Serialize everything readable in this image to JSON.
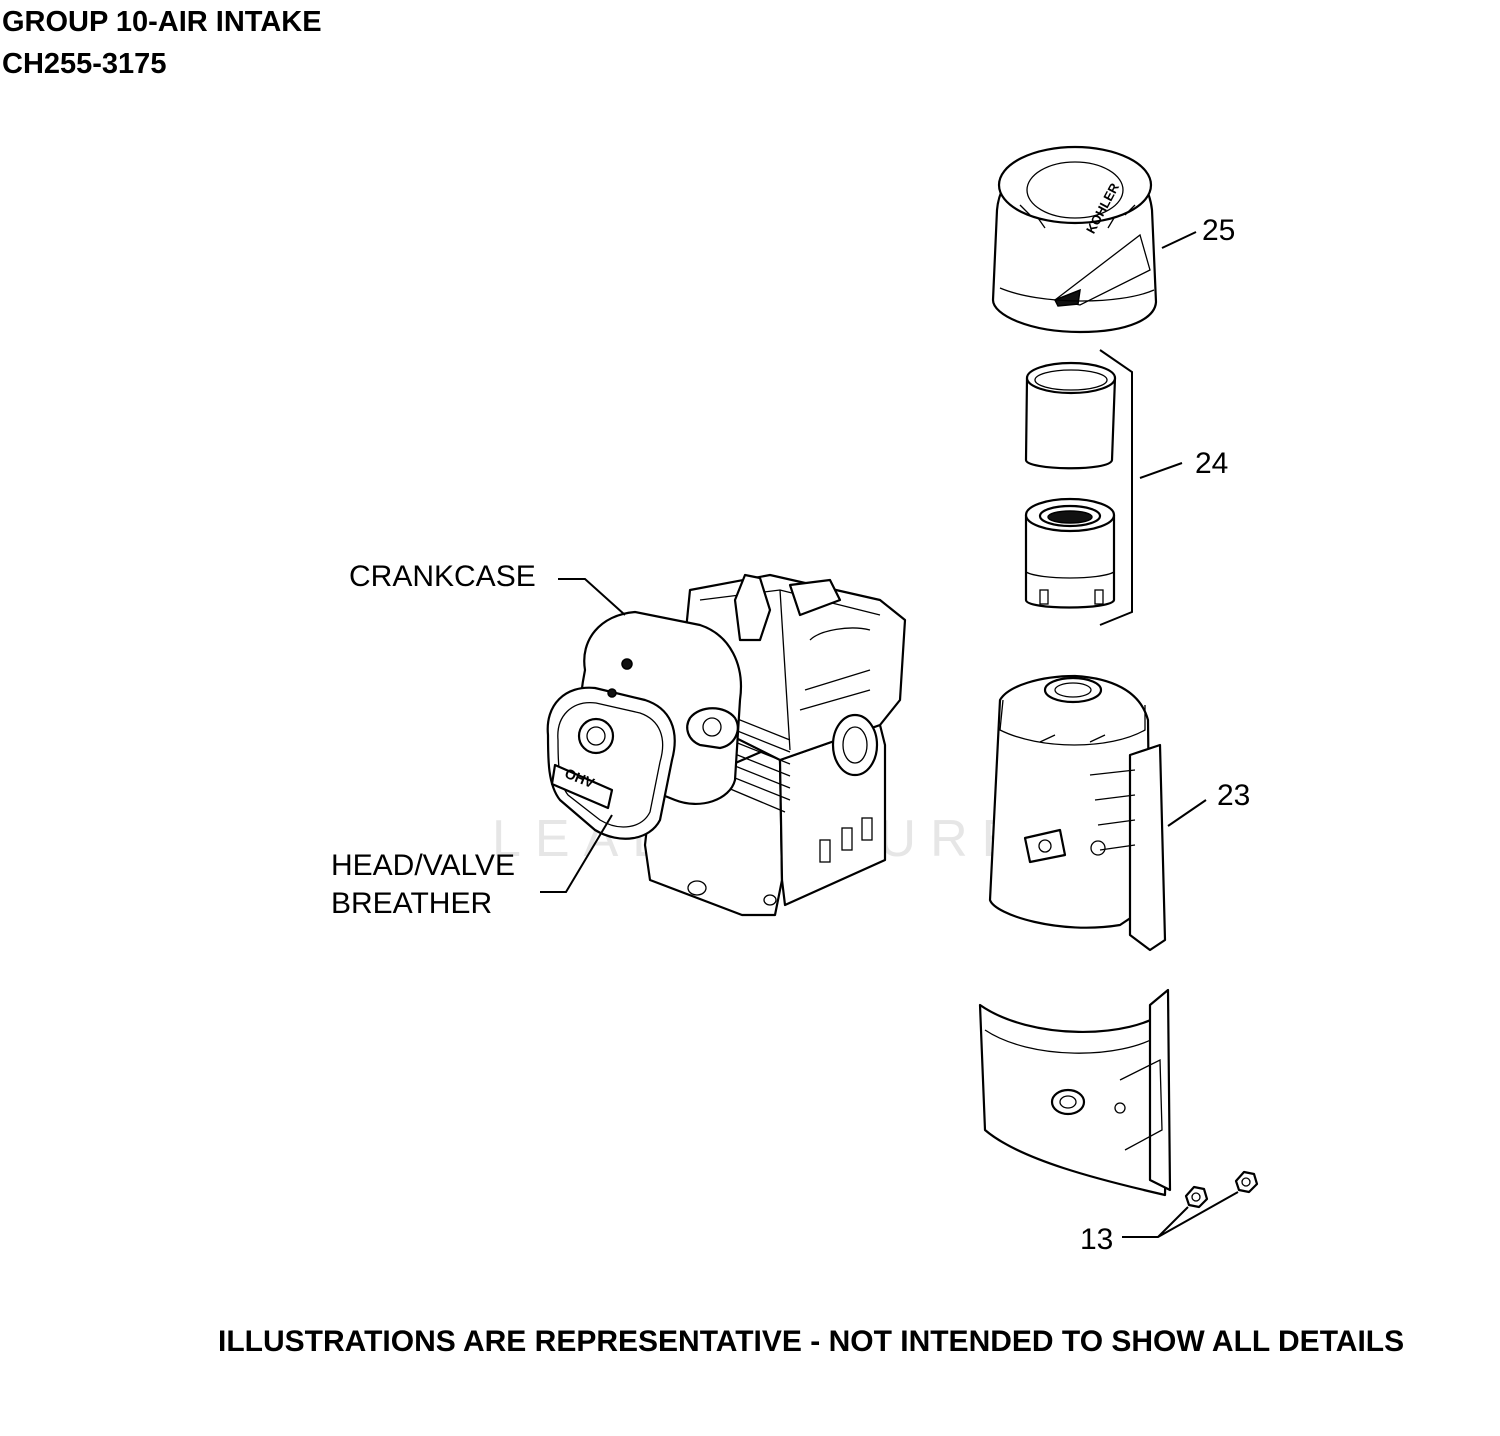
{
  "header": {
    "group_title": "GROUP 10-AIR INTAKE",
    "model": "CH255-3175"
  },
  "footer": {
    "note": "ILLUSTRATIONS ARE REPRESENTATIVE - NOT INTENDED TO SHOW ALL DETAILS"
  },
  "watermark": "LEADVENTURE",
  "callouts": {
    "crankcase": "CRANKCASE",
    "breather_line1": "HEAD/VALVE",
    "breather_line2": "BREATHER",
    "part_25": "25",
    "part_24": "24",
    "part_23": "23",
    "part_13": "13"
  },
  "logos": {
    "cover_brand": "KOHLER",
    "engine_badge": "OHV"
  }
}
